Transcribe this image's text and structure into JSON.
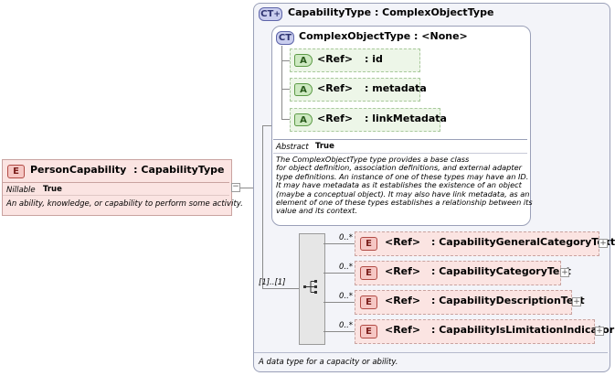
{
  "person": {
    "badge": "E",
    "name": "PersonCapability",
    "type_label": ": CapabilityType",
    "nillable_label": "Nillable",
    "nillable_value": "True",
    "description": "An ability, knowledge, or capability to perform some activity."
  },
  "capability_type": {
    "badge": "CT",
    "title": "CapabilityType : ComplexObjectType",
    "description": "A data type for a capacity or ability."
  },
  "complex_object_type": {
    "badge": "CT",
    "title": "ComplexObjectType : <None>",
    "attributes": [
      {
        "badge": "A",
        "ref": "<Ref>",
        "name": ": id"
      },
      {
        "badge": "A",
        "ref": "<Ref>",
        "name": ": metadata"
      },
      {
        "badge": "A",
        "ref": "<Ref>",
        "name": ": linkMetadata"
      }
    ],
    "abstract_label": "Abstract",
    "abstract_value": "True",
    "description_lines": [
      "The ComplexObjectType type provides a base class",
      "for object definition, association definitions, and external adapter",
      "type definitions. An instance of one of these types may have an ID.",
      "It may have metadata as it establishes the existence of an object",
      "(maybe a conceptual object). It may also have link metadata, as an",
      "element of one of these types establishes a relationship between its",
      "value and its context."
    ]
  },
  "sequence": {
    "multiplicity": "[1]..[1]",
    "elements": [
      {
        "badge": "E",
        "cardinality": "0..*",
        "ref": "<Ref>",
        "name": ": CapabilityGeneralCategoryText"
      },
      {
        "badge": "E",
        "cardinality": "0..*",
        "ref": "<Ref>",
        "name": ": CapabilityCategoryText"
      },
      {
        "badge": "E",
        "cardinality": "0..*",
        "ref": "<Ref>",
        "name": ": CapabilityDescriptionText"
      },
      {
        "badge": "E",
        "cardinality": "0..*",
        "ref": "<Ref>",
        "name": ": CapabilityIsLimitationIndicator"
      }
    ]
  },
  "colors": {
    "element_fill": "#fbe4e2",
    "element_border": "#c9a3a0",
    "ct_fill": "#eef0f8",
    "ct_border": "#9aa0b8",
    "attribute_fill": "#edf6e8",
    "attribute_border": "#a9c99c"
  }
}
